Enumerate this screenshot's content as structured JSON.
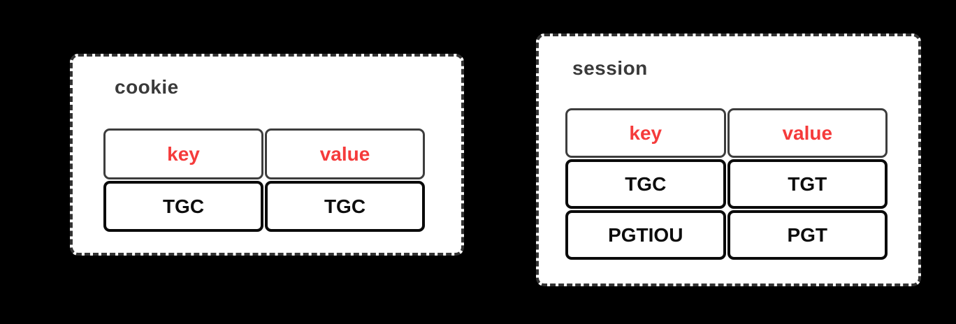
{
  "canvas": {
    "background": "#000000"
  },
  "colors": {
    "box_background": "#ffffff",
    "box_dashed_border": "#333333",
    "box_label": "#3a3a3a",
    "header_text": "#f53b3b",
    "cell_text": "#0d0d0d",
    "header_cell_border": "#3d3d3d",
    "data_cell_border": "#0a0a0a"
  },
  "boxes": [
    {
      "label": "cookie",
      "table": {
        "headers": [
          "key",
          "value"
        ],
        "rows": [
          [
            "TGC",
            "TGC"
          ]
        ]
      }
    },
    {
      "label": "session",
      "table": {
        "headers": [
          "key",
          "value"
        ],
        "rows": [
          [
            "TGC",
            "TGT"
          ],
          [
            "PGTIOU",
            "PGT"
          ]
        ]
      }
    }
  ]
}
